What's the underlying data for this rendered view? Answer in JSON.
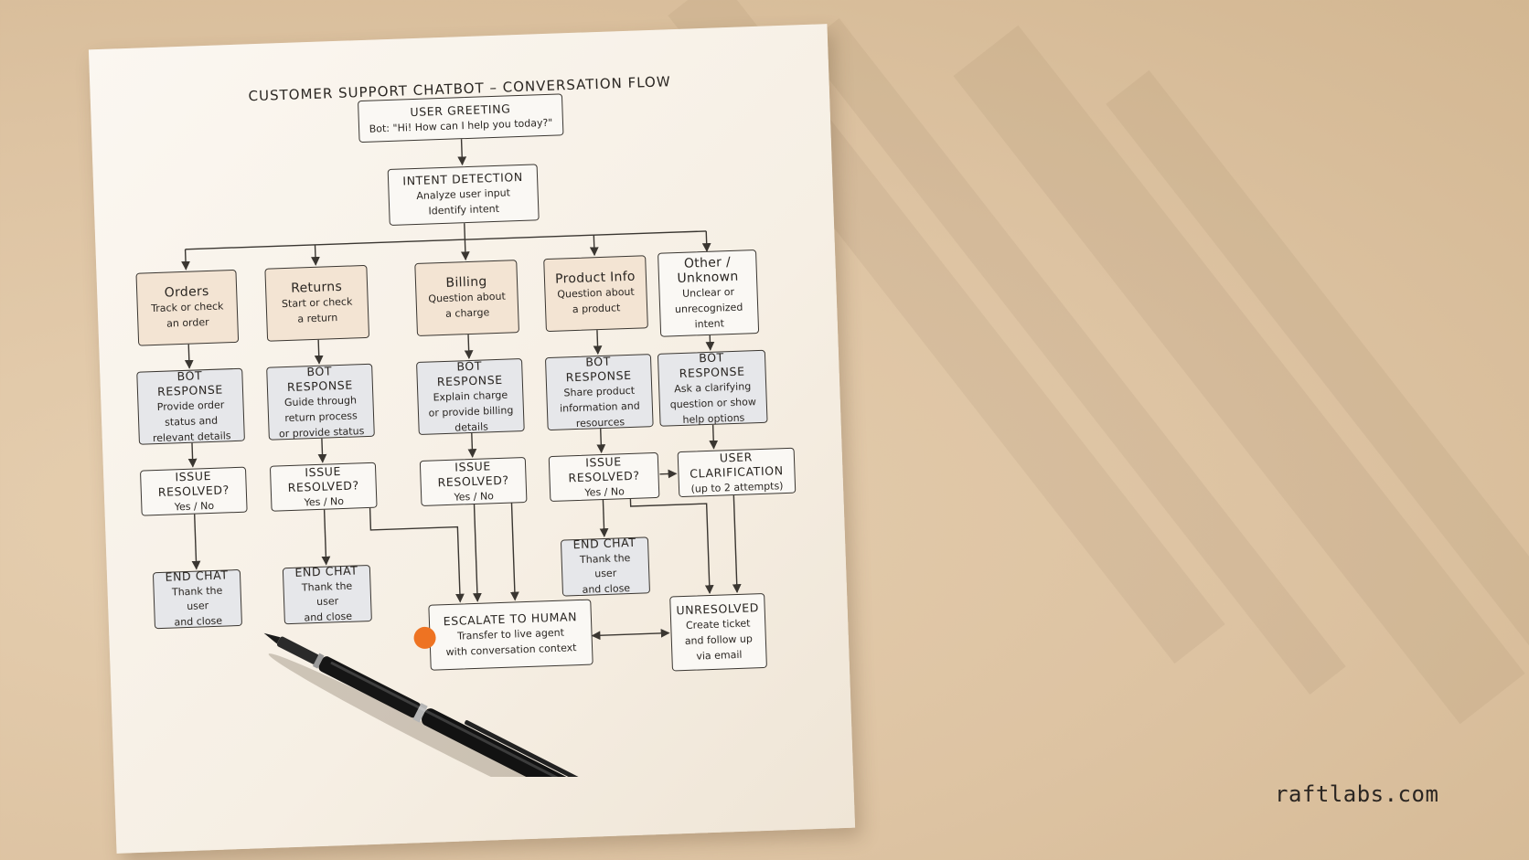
{
  "title": "CUSTOMER SUPPORT CHATBOT – CONVERSATION FLOW",
  "greeting": {
    "heading": "USER GREETING",
    "body": "Bot: \"Hi! How can I help you today?\""
  },
  "intent": {
    "heading": "INTENT DETECTION",
    "lines": [
      "Analyze user input",
      "Identify intent"
    ]
  },
  "categories": [
    {
      "heading": "Orders",
      "lines": [
        "Track or check",
        "an order"
      ]
    },
    {
      "heading": "Returns",
      "lines": [
        "Start or check",
        "a return"
      ]
    },
    {
      "heading": "Billing",
      "lines": [
        "Question about",
        "a charge"
      ]
    },
    {
      "heading": "Product Info",
      "lines": [
        "Question about",
        "a product"
      ]
    },
    {
      "heading": "Other /",
      "heading2": "Unknown",
      "lines": [
        "Unclear or",
        "unrecognized",
        "intent"
      ]
    }
  ],
  "responses": [
    {
      "heading": "BOT RESPONSE",
      "lines": [
        "Provide order",
        "status and",
        "relevant details"
      ]
    },
    {
      "heading": "BOT RESPONSE",
      "lines": [
        "Guide through",
        "return process",
        "or provide status"
      ]
    },
    {
      "heading": "BOT RESPONSE",
      "lines": [
        "Explain charge",
        "or provide billing",
        "details"
      ]
    },
    {
      "heading": "BOT RESPONSE",
      "lines": [
        "Share product",
        "information and",
        "resources"
      ]
    },
    {
      "heading": "BOT RESPONSE",
      "lines": [
        "Ask a clarifying",
        "question or show",
        "help options"
      ]
    }
  ],
  "resolved": [
    {
      "heading": "ISSUE RESOLVED?",
      "body": "Yes / No"
    },
    {
      "heading": "ISSUE RESOLVED?",
      "body": "Yes / No"
    },
    {
      "heading": "ISSUE RESOLVED?",
      "body": "Yes / No"
    },
    {
      "heading": "ISSUE RESOLVED?",
      "body": "Yes / No"
    }
  ],
  "clarification": {
    "heading": "USER CLARIFICATION",
    "body": "(up to 2 attempts)"
  },
  "end_chats": [
    {
      "heading": "END CHAT",
      "lines": [
        "Thank the user",
        "and close"
      ]
    },
    {
      "heading": "END CHAT",
      "lines": [
        "Thank the user",
        "and close"
      ]
    },
    {
      "heading": "END CHAT",
      "lines": [
        "Thank the user",
        "and close"
      ]
    }
  ],
  "escalate": {
    "heading": "ESCALATE TO HUMAN",
    "lines": [
      "Transfer to live agent",
      "with conversation context"
    ]
  },
  "unresolved": {
    "heading": "UNRESOLVED",
    "lines": [
      "Create ticket",
      "and follow up",
      "via email"
    ]
  },
  "brand": "raftlabs.com",
  "colors": {
    "marker_dot": "#ee7322",
    "warm_box": "#f3e4d3",
    "cool_box": "#e6e7ea",
    "ink": "#2a2622"
  }
}
